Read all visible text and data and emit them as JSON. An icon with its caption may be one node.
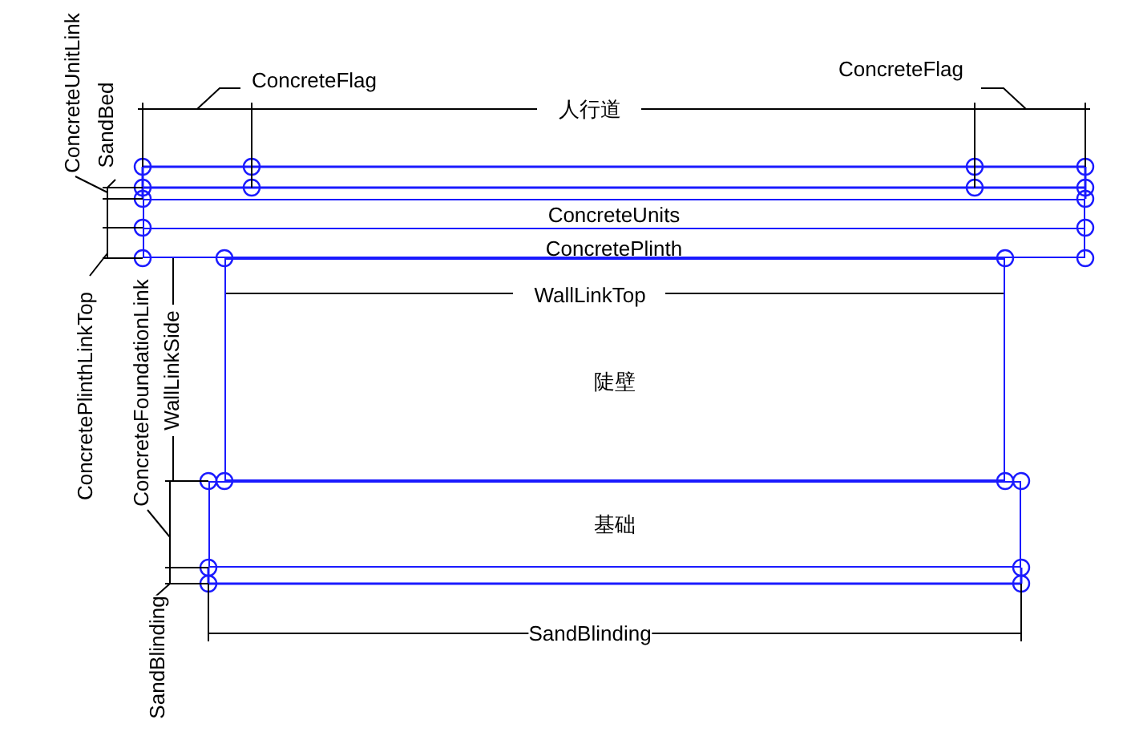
{
  "diagram": {
    "nodes": [
      {
        "text": [
          "ConcreteUnits"
        ]
      },
      {
        "text": [
          "ConcretePlinth"
        ]
      },
      {
        "text": [
          "陡壁"
        ]
      },
      {
        "text": [
          "基础"
        ]
      }
    ],
    "labels": [
      "ConcreteFlag",
      "ConcreteFlag",
      "人行道",
      "ConcreteUnitLink",
      "SandBed",
      "ConcretePlinthLinkTop",
      "ConcreteFoundationLink",
      "WallLinkSide",
      "WallLinkTop",
      "SandBlinding",
      "SandBlinding"
    ]
  }
}
